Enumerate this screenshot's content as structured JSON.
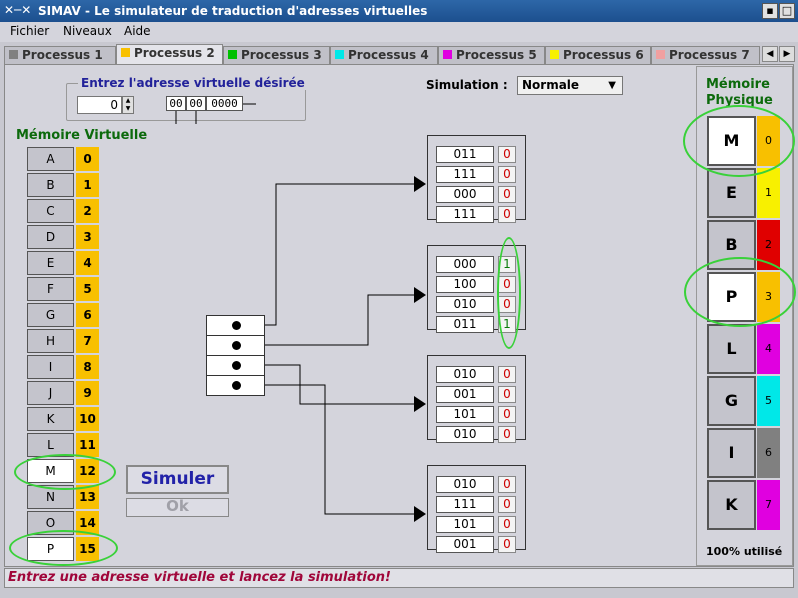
{
  "window": {
    "title": "SIMAV - Le simulateur de traduction d'adresses virtuelles",
    "buttons": [
      "▪",
      "□",
      "✕"
    ]
  },
  "menu": [
    "Fichier",
    "Niveaux",
    "Aide"
  ],
  "tabs": [
    {
      "label": "Processus 1",
      "color": "#808080"
    },
    {
      "label": "Processus 2",
      "color": "#f8c000"
    },
    {
      "label": "Processus 3",
      "color": "#00c000"
    },
    {
      "label": "Processus 4",
      "color": "#00e8e8"
    },
    {
      "label": "Processus 5",
      "color": "#e000e0"
    },
    {
      "label": "Processus 6",
      "color": "#f8f000"
    },
    {
      "label": "Processus 7",
      "color": "#f0a0a0"
    }
  ],
  "active_tab": 1,
  "address_input": {
    "legend": "Entrez l'adresse virtuelle désirée",
    "value": "0",
    "segments": [
      "00",
      "00",
      "0000"
    ]
  },
  "simulation": {
    "label": "Simulation :",
    "value": "Normale"
  },
  "virtual_memory": {
    "title": "Mémoire Virtuelle",
    "pages": [
      {
        "label": "A",
        "num": "0"
      },
      {
        "label": "B",
        "num": "1"
      },
      {
        "label": "C",
        "num": "2"
      },
      {
        "label": "D",
        "num": "3"
      },
      {
        "label": "E",
        "num": "4"
      },
      {
        "label": "F",
        "num": "5"
      },
      {
        "label": "G",
        "num": "6"
      },
      {
        "label": "H",
        "num": "7"
      },
      {
        "label": "I",
        "num": "8"
      },
      {
        "label": "J",
        "num": "9"
      },
      {
        "label": "K",
        "num": "10"
      },
      {
        "label": "L",
        "num": "11"
      },
      {
        "label": "M",
        "num": "12",
        "highlight": true
      },
      {
        "label": "N",
        "num": "13"
      },
      {
        "label": "O",
        "num": "14"
      },
      {
        "label": "P",
        "num": "15",
        "highlight": true
      }
    ]
  },
  "page_tables": [
    {
      "entries": [
        {
          "frame": "011",
          "bit": "0"
        },
        {
          "frame": "111",
          "bit": "0"
        },
        {
          "frame": "000",
          "bit": "0"
        },
        {
          "frame": "111",
          "bit": "0"
        }
      ]
    },
    {
      "entries": [
        {
          "frame": "000",
          "bit": "1"
        },
        {
          "frame": "100",
          "bit": "0"
        },
        {
          "frame": "010",
          "bit": "0"
        },
        {
          "frame": "011",
          "bit": "1"
        }
      ]
    },
    {
      "entries": [
        {
          "frame": "010",
          "bit": "0"
        },
        {
          "frame": "001",
          "bit": "0"
        },
        {
          "frame": "101",
          "bit": "0"
        },
        {
          "frame": "010",
          "bit": "0"
        }
      ]
    },
    {
      "entries": [
        {
          "frame": "010",
          "bit": "0"
        },
        {
          "frame": "111",
          "bit": "0"
        },
        {
          "frame": "101",
          "bit": "0"
        },
        {
          "frame": "001",
          "bit": "0"
        }
      ]
    }
  ],
  "buttons": {
    "simulate": "Simuler",
    "ok": "Ok"
  },
  "physical_memory": {
    "title": "Mémoire Physique",
    "usage": "100% utilisé",
    "frames": [
      {
        "label": "M",
        "num": "0",
        "color": "#f8c000",
        "highlight": true
      },
      {
        "label": "E",
        "num": "1",
        "color": "#f8f000"
      },
      {
        "label": "B",
        "num": "2",
        "color": "#e00000"
      },
      {
        "label": "P",
        "num": "3",
        "color": "#f8c000",
        "highlight": true
      },
      {
        "label": "L",
        "num": "4",
        "color": "#e000e0"
      },
      {
        "label": "G",
        "num": "5",
        "color": "#00e8e8"
      },
      {
        "label": "I",
        "num": "6",
        "color": "#808080"
      },
      {
        "label": "K",
        "num": "7",
        "color": "#e000e0"
      }
    ]
  },
  "status": "Entrez une adresse virtuelle et lancez la simulation!"
}
